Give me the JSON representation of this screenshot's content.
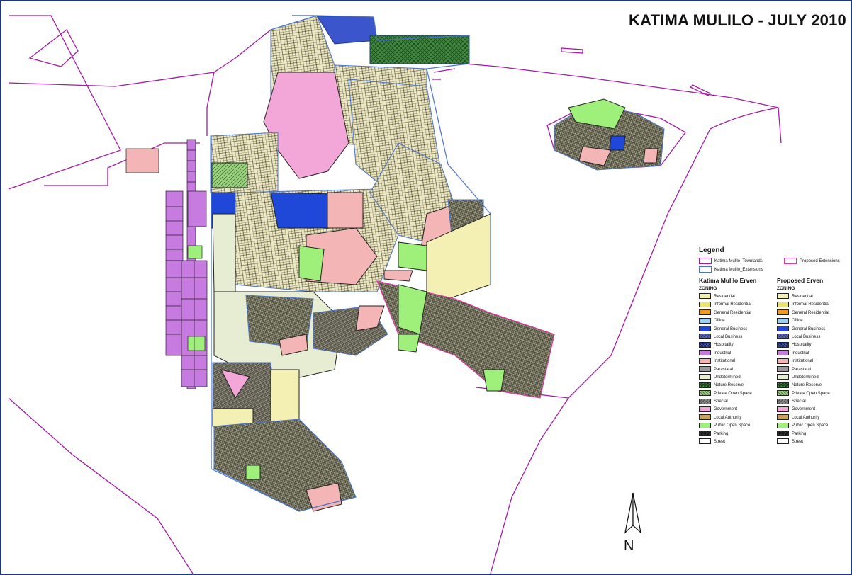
{
  "map": {
    "title": "KATIMA MULILO - JULY 2010",
    "north_label": "N",
    "colors": {
      "frame": "#1f3a73",
      "boundary": "#a41aa6",
      "extension_boundary": "#4a73c9",
      "parcel_line": "#222222"
    }
  },
  "legend": {
    "title": "Legend",
    "boundaries": [
      {
        "label": "Katima Mulilo_Townlands",
        "color": "#a41aa6"
      },
      {
        "label": "Proposed Extensions",
        "color": "#e23aa8"
      },
      {
        "label": "Katima Mulilo_Extensions",
        "color": "#4a73c9"
      }
    ],
    "columns": [
      {
        "title": "Katima Mulilo Erven",
        "subtitle": "ZONING"
      },
      {
        "title": "Proposed Erven",
        "subtitle": "ZONING"
      }
    ],
    "zoning": [
      {
        "label": "Residential",
        "color": "#f4f0b4",
        "pattern": ""
      },
      {
        "label": "Informal Residential",
        "color": "#ece36a",
        "pattern": ""
      },
      {
        "label": "General Residential",
        "color": "#ef9a22",
        "pattern": ""
      },
      {
        "label": "Office",
        "color": "#9fcfee",
        "pattern": ""
      },
      {
        "label": "General Business",
        "color": "#1f47d8",
        "pattern": ""
      },
      {
        "label": "Local Business",
        "color": "#5b66b8",
        "pattern": "hatch"
      },
      {
        "label": "Hospitality",
        "color": "#4d66d6",
        "pattern": "cross"
      },
      {
        "label": "Industrial",
        "color": "#c77ae0",
        "pattern": ""
      },
      {
        "label": "Institutional",
        "color": "#f3b5b5",
        "pattern": ""
      },
      {
        "label": "Parastatal",
        "color": "#9b9b9b",
        "pattern": ""
      },
      {
        "label": "Undetermined",
        "color": "#e6edd3",
        "pattern": ""
      },
      {
        "label": "Nature Reserve",
        "color": "#3f8a3f",
        "pattern": "cross"
      },
      {
        "label": "Private Open Space",
        "color": "#9bd27f",
        "pattern": "hatch"
      },
      {
        "label": "Special",
        "color": "#8a8a8a",
        "pattern": "hatch2"
      },
      {
        "label": "Government",
        "color": "#f3a6d8",
        "pattern": ""
      },
      {
        "label": "Local Authority",
        "color": "#c9a25e",
        "pattern": ""
      },
      {
        "label": "Public Open Space",
        "color": "#9ff07a",
        "pattern": ""
      },
      {
        "label": "Parking",
        "color": "#3a3a3a",
        "pattern": "cross"
      },
      {
        "label": "Street",
        "color": "#ffffff",
        "pattern": ""
      }
    ]
  }
}
